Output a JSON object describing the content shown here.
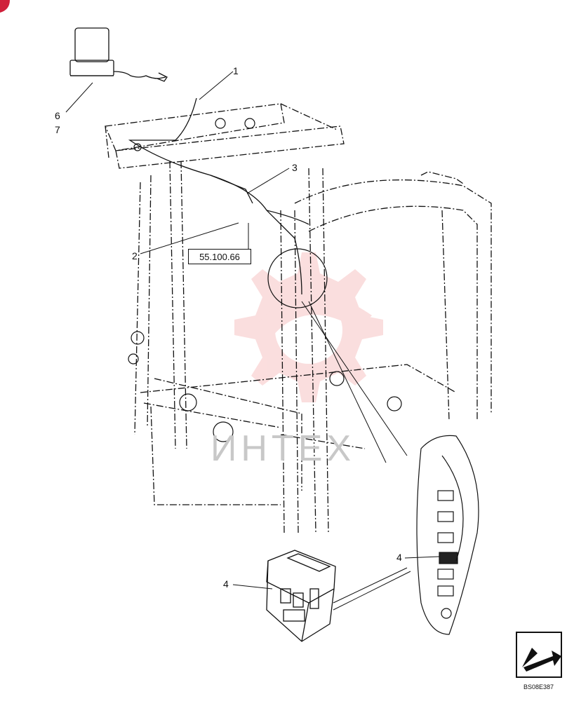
{
  "callouts": {
    "c1": "1",
    "c2": "2",
    "c3": "3",
    "c4_left": "4",
    "c4_right": "4",
    "c6": "6",
    "c7": "7"
  },
  "reference": "55.100.66",
  "image_code": "BS08E387",
  "watermark": {
    "text": "ИНТЕХ",
    "color": "#f08a8a"
  },
  "colors": {
    "line": "#111111",
    "corner_mark": "#d0203a"
  }
}
